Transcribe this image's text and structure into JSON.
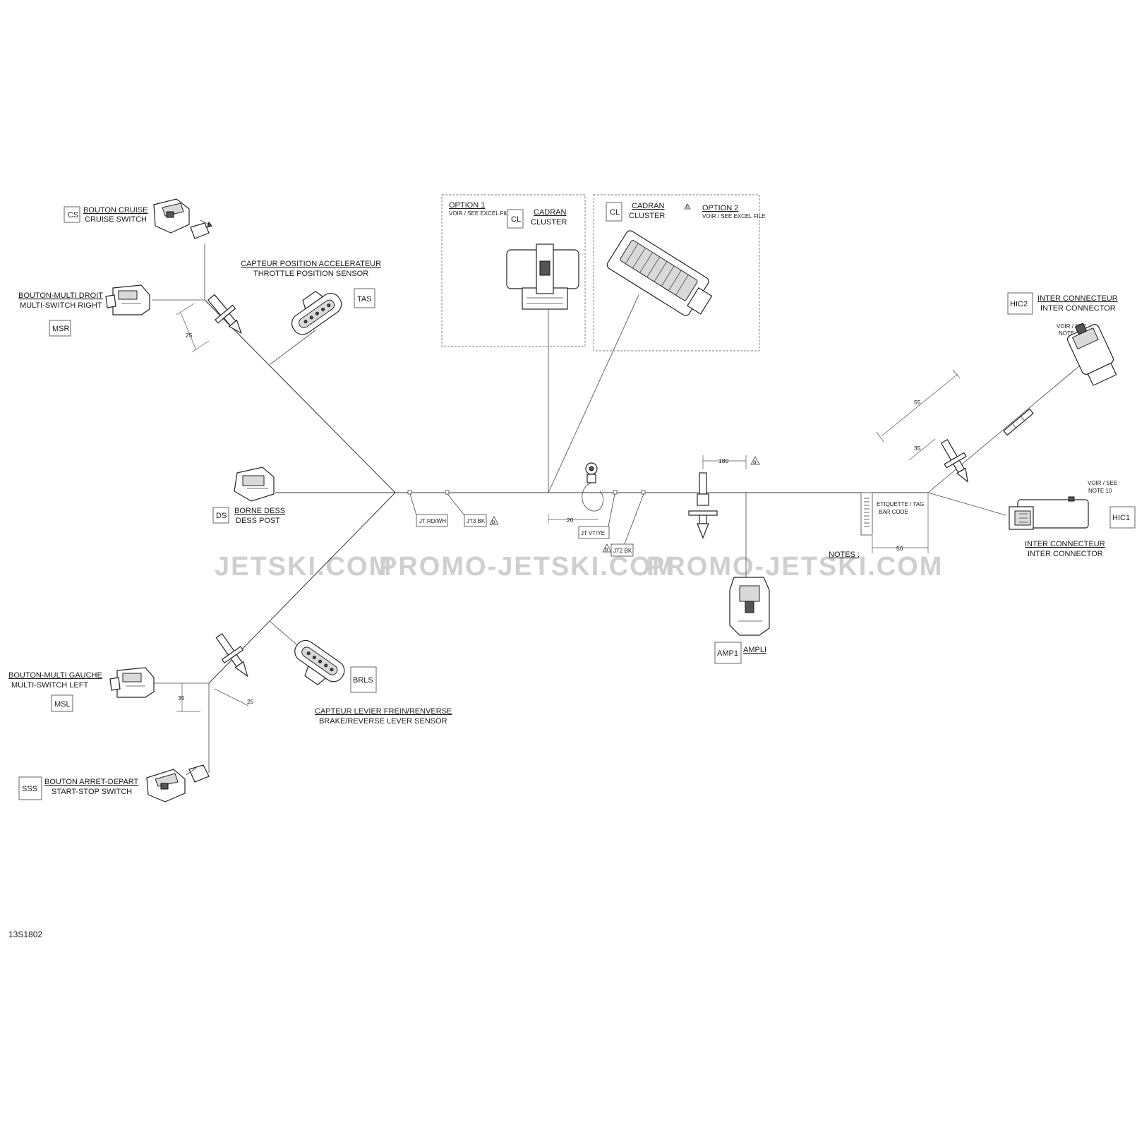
{
  "components": {
    "cs": {
      "code": "CS",
      "fr": "BOUTON CRUISE",
      "en": "CRUISE SWITCH"
    },
    "tas": {
      "code": "TAS",
      "fr": "CAPTEUR POSITION ACCELERATEUR",
      "en": "THROTTLE POSITION SENSOR"
    },
    "msr": {
      "code": "MSR",
      "fr": "BOUTON-MULTI DROIT",
      "en": "MULTI-SWITCH RIGHT"
    },
    "cl1": {
      "code": "CL",
      "option": "OPTION 1",
      "see": "VOIR / SEE EXCEL FILE",
      "fr": "CADRAN",
      "en": "CLUSTER"
    },
    "cl2": {
      "code": "CL",
      "option": "OPTION 2",
      "see": "VOIR / SEE EXCEL FILE",
      "fr": "CADRAN",
      "en": "CLUSTER",
      "note_mark": "c"
    },
    "hic2": {
      "code": "HIC2",
      "fr": "INTER CONNECTEUR",
      "en": "INTER CONNECTOR",
      "note1": "VOIR / SEE",
      "note2": "NOTE 11"
    },
    "ds": {
      "code": "DS",
      "fr": "BORNE DESS",
      "en": "DESS POST"
    },
    "hic1": {
      "code": "HIC1",
      "fr": "INTER CONNECTEUR",
      "en": "INTER CONNECTOR",
      "note1": "VOIR / SEE",
      "note2": "NOTE 10"
    },
    "amp1": {
      "code": "AMP1",
      "name": "AMPLI"
    },
    "msl": {
      "code": "MSL",
      "fr": "BOUTON-MULTI GAUCHE",
      "en": "MULTI-SWITCH LEFT"
    },
    "brls": {
      "code": "BRLS",
      "fr": "CAPTEUR LEVIER FREIN/RENVERSE",
      "en": "BRAKE/REVERSE LEVER SENSOR"
    },
    "sss": {
      "code": "SSS",
      "fr": "BOUTON ARRET-DEPART",
      "en": "START-STOP SWITCH"
    }
  },
  "junctions": {
    "jt_rdwh": "JT RD/WH",
    "jt3": "JT3 BK",
    "jt3_mark": "b",
    "jt_vtye": "JT VT/YE",
    "jt2": "JT2 BK",
    "jt2_mark": "b"
  },
  "tag": {
    "fr": "ETIQUETTE / TAG",
    "en": "BAR CODE"
  },
  "notes_label": "NOTES :",
  "dimensions": {
    "msr_clip": "25",
    "hic2_55": "55",
    "hic2_35": "35",
    "d180": "180",
    "d180_mark": "a",
    "d20": "20",
    "d50": "50",
    "msl_35": "35",
    "msl_25": "25"
  },
  "watermarks": [
    "JETSKI.COM",
    "PROMO-JETSKI.COM",
    "PROMO-JETSKI.COM"
  ],
  "figure_id": "13S1802"
}
